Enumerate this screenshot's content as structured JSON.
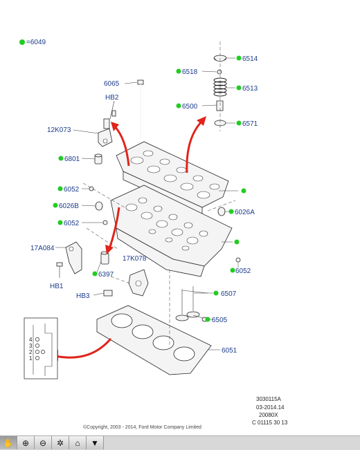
{
  "legend": {
    "text": "=6049",
    "color": "#22cc22"
  },
  "labels": {
    "p6514": "6514",
    "p6518": "6518",
    "p6513": "6513",
    "p6500": "6500",
    "p6571": "6571",
    "p6065": "6065",
    "hb2": "HB2",
    "p12k073": "12K073",
    "p6801": "6801",
    "p6052a": "6052",
    "p6026b": "6026B",
    "p6052b": "6052",
    "p6026a": "6026A",
    "p17a084": "17A084",
    "hb1": "HB1",
    "p17k078": "17K078",
    "p6397": "6397",
    "hb3": "HB3",
    "p6052c": "6052",
    "p6507": "6507",
    "p6505": "6505",
    "p6051": "6051"
  },
  "inset": {
    "marks": [
      "4",
      "3",
      "2",
      "1"
    ]
  },
  "codes": [
    "3030115A",
    "03-2014.14",
    "20080X",
    "C 01115 30 13"
  ],
  "copyright": "©Copyright, 2003 - 2014, Ford Motor Company Limited",
  "toolbar": [
    {
      "icon": "pan-icon",
      "glyph": "✋"
    },
    {
      "icon": "zoom-in-icon",
      "glyph": "⊕"
    },
    {
      "icon": "zoom-out-icon",
      "glyph": "⊖"
    },
    {
      "icon": "fit-icon",
      "glyph": "✲"
    },
    {
      "icon": "home-icon",
      "glyph": "⌂"
    },
    {
      "icon": "menu-down-icon",
      "glyph": "▼"
    }
  ]
}
